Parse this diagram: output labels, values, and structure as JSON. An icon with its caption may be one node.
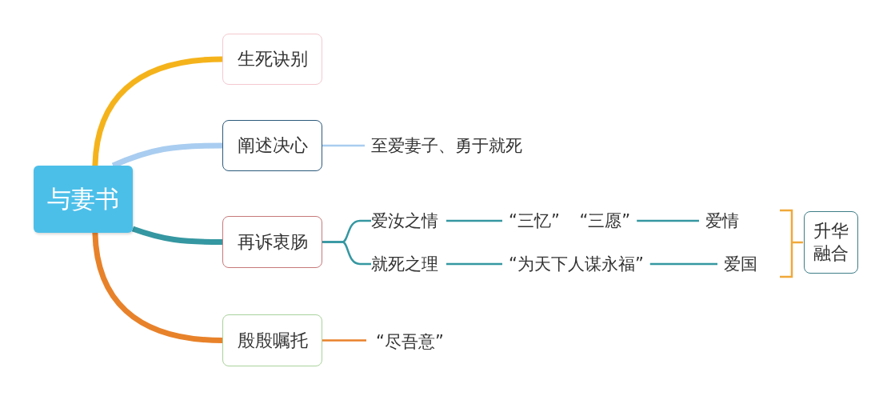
{
  "diagram": {
    "nodes": [
      {
        "text": [
          "与妻书"
        ]
      },
      {
        "text": [
          "生死诀别"
        ]
      },
      {
        "text": [
          "阐述决心"
        ]
      },
      {
        "text": [
          "至爱妻子、勇于就死"
        ]
      },
      {
        "text": [
          "再诉衷肠"
        ]
      },
      {
        "text": [
          "爱汝之情"
        ]
      },
      {
        "text": [
          "“三忆” “三愿”"
        ]
      },
      {
        "text": [
          "爱情"
        ]
      },
      {
        "text": [
          "就死之理"
        ]
      },
      {
        "text": [
          "“为天下人谋永福”"
        ]
      },
      {
        "text": [
          "爱国"
        ]
      },
      {
        "text": [
          "升华融合"
        ]
      },
      {
        "text": [
          "殷殷嘱托"
        ]
      },
      {
        "text": [
          "“尽吾意”"
        ]
      }
    ],
    "edges": [
      {
        "from": 0,
        "to": 1,
        "arrow": "none",
        "style": "thick",
        "color": "#f5b31b"
      },
      {
        "from": 0,
        "to": 2,
        "arrow": "none",
        "style": "thick",
        "color": "#a9cdf0"
      },
      {
        "from": 0,
        "to": 4,
        "arrow": "none",
        "style": "thick"
      },
      {
        "from": 0,
        "to": 12,
        "arrow": "none",
        "style": "thick",
        "color": "#e8822a"
      },
      {
        "from": 2,
        "to": 3,
        "arrow": "none",
        "color": "#a9cdf0"
      },
      {
        "from": 4,
        "to": 5,
        "arrow": "none"
      },
      {
        "from": 4,
        "to": 8,
        "arrow": "none"
      },
      {
        "from": 5,
        "to": 6,
        "arrow": "none"
      },
      {
        "from": 6,
        "to": 7,
        "arrow": "none"
      },
      {
        "from": 8,
        "to": 9,
        "arrow": "none"
      },
      {
        "from": 9,
        "to": 10,
        "arrow": "none"
      },
      {
        "from": 12,
        "to": 13,
        "arrow": "none",
        "color": "#e8822a"
      }
    ]
  }
}
